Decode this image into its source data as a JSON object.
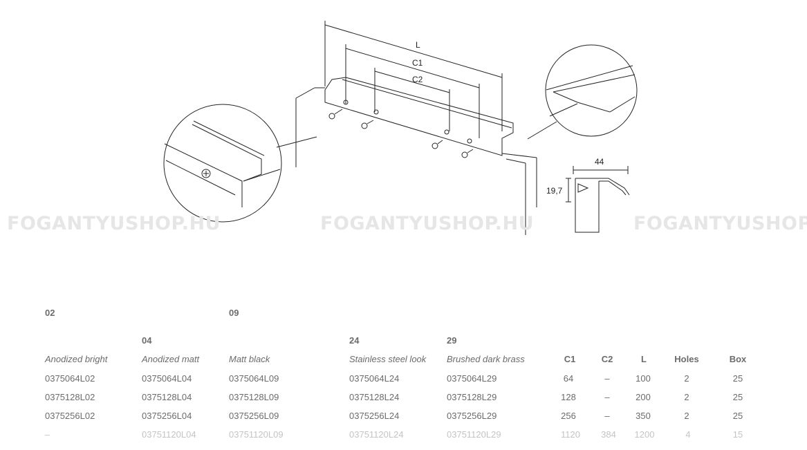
{
  "drawing": {
    "dimension_labels": {
      "L": "L",
      "C1": "C1",
      "C2": "C2",
      "width": "44",
      "height": "19,7"
    }
  },
  "watermark": "FOGANTYUSHOP.HU",
  "finish_codes": [
    "02",
    "04",
    "09",
    "24",
    "29"
  ],
  "finish_names": [
    "Anodized bright",
    "Anodized matt",
    "Matt black",
    "Stainless steel look",
    "Brushed dark brass"
  ],
  "columns": [
    "C1",
    "C2",
    "L",
    "Holes",
    "Box"
  ],
  "rows": [
    {
      "codes": [
        "0375064L02",
        "0375064L04",
        "0375064L09",
        "0375064L24",
        "0375064L29"
      ],
      "c1": "64",
      "c2": "–",
      "l": "100",
      "holes": "2",
      "box": "25"
    },
    {
      "codes": [
        "0375128L02",
        "0375128L04",
        "0375128L09",
        "0375128L24",
        "0375128L29"
      ],
      "c1": "128",
      "c2": "–",
      "l": "200",
      "holes": "2",
      "box": "25"
    },
    {
      "codes": [
        "0375256L02",
        "0375256L04",
        "0375256L09",
        "0375256L24",
        "0375256L29"
      ],
      "c1": "256",
      "c2": "–",
      "l": "350",
      "holes": "2",
      "box": "25"
    },
    {
      "codes": [
        "–",
        "03751120L04",
        "03751120L09",
        "03751120L24",
        "03751120L29"
      ],
      "c1": "1120",
      "c2": "384",
      "l": "1200",
      "holes": "4",
      "box": "15"
    }
  ]
}
